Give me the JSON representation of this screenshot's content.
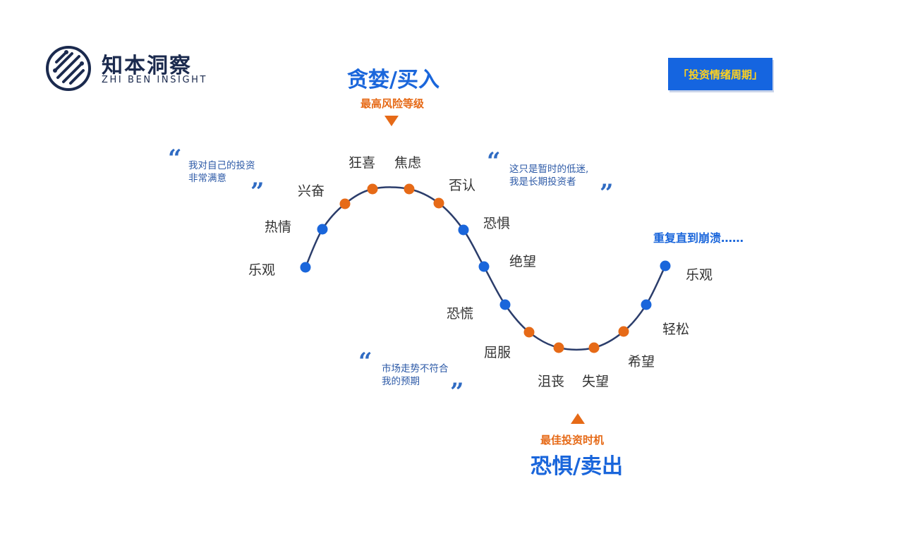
{
  "logo": {
    "name_cn": "知本洞察",
    "name_en": "ZHI BEN INSIGHT"
  },
  "badge": {
    "text": "「投资情绪周期」"
  },
  "peak": {
    "title": "贪婪/买入",
    "subtitle": "最高风险等级"
  },
  "trough": {
    "title": "恐惧/卖出",
    "subtitle": "最佳投资时机"
  },
  "repeat_note": "重复直到崩溃……",
  "quotes": [
    {
      "id": "q1",
      "lines": [
        "我对自己的投资",
        "非常满意"
      ]
    },
    {
      "id": "q2",
      "lines": [
        "这只是暂时的低迷,",
        "我是长期投资者"
      ]
    },
    {
      "id": "q3",
      "lines": [
        "市场走势不符合",
        "我的预期"
      ]
    }
  ],
  "colors": {
    "blue_dot": "#1a66db",
    "orange_dot": "#e66a17",
    "curve": "#2b3d6b"
  },
  "stages": [
    {
      "label": "乐观",
      "color": "blue"
    },
    {
      "label": "热情",
      "color": "blue"
    },
    {
      "label": "兴奋",
      "color": "orange"
    },
    {
      "label": "狂喜",
      "color": "orange"
    },
    {
      "label": "焦虑",
      "color": "orange"
    },
    {
      "label": "否认",
      "color": "orange"
    },
    {
      "label": "恐惧",
      "color": "blue"
    },
    {
      "label": "绝望",
      "color": "blue"
    },
    {
      "label": "恐慌",
      "color": "blue"
    },
    {
      "label": "屈服",
      "color": "orange"
    },
    {
      "label": "沮丧",
      "color": "orange"
    },
    {
      "label": "失望",
      "color": "orange"
    },
    {
      "label": "希望",
      "color": "orange"
    },
    {
      "label": "轻松",
      "color": "blue"
    },
    {
      "label": "乐观",
      "color": "blue"
    }
  ]
}
